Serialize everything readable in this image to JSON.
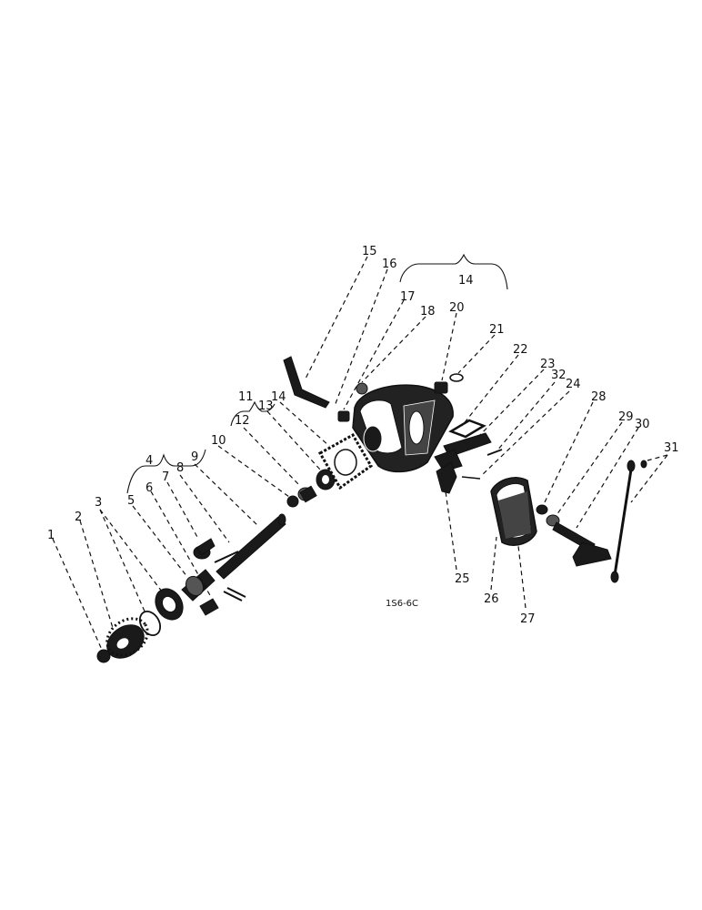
{
  "diagram": {
    "reference_code": "1S6-6C",
    "callouts": [
      "1",
      "2",
      "3",
      "4",
      "5",
      "6",
      "7",
      "8",
      "9",
      "10",
      "11",
      "12",
      "13",
      "14",
      "14",
      "15",
      "16",
      "17",
      "18",
      "20",
      "21",
      "22",
      "23",
      "32",
      "24",
      "25",
      "26",
      "27",
      "28",
      "29",
      "30",
      "31"
    ]
  }
}
